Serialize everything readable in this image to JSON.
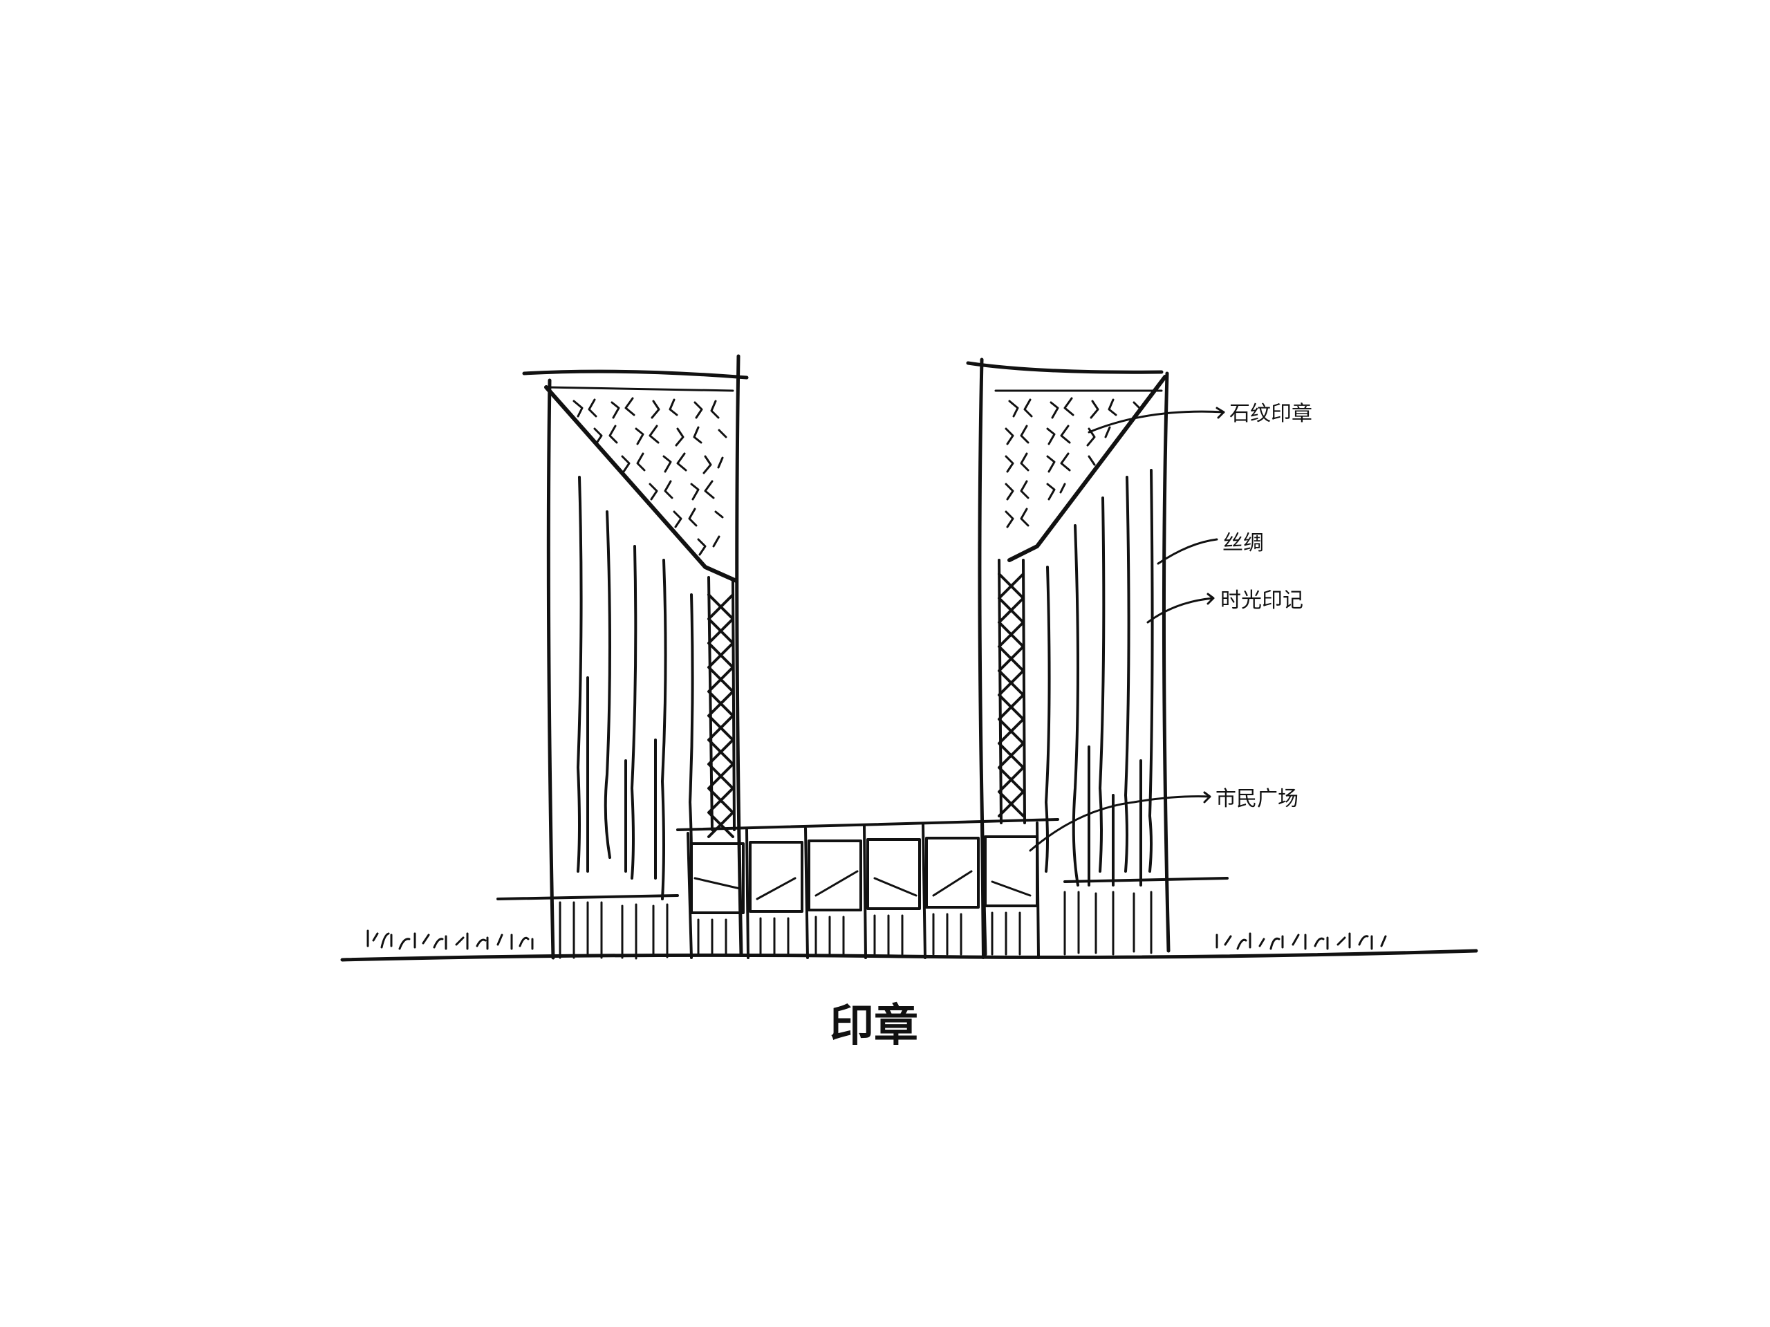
{
  "sketch": {
    "title": "印章",
    "annotations": [
      {
        "id": "stone-seal",
        "text": "石纹印章"
      },
      {
        "id": "silk",
        "text": "丝绸"
      },
      {
        "id": "time-imprint",
        "text": "时光印记"
      },
      {
        "id": "podium",
        "text": "市民广场"
      }
    ],
    "ink_color": "#111111",
    "paper_color": "#ffffff"
  }
}
